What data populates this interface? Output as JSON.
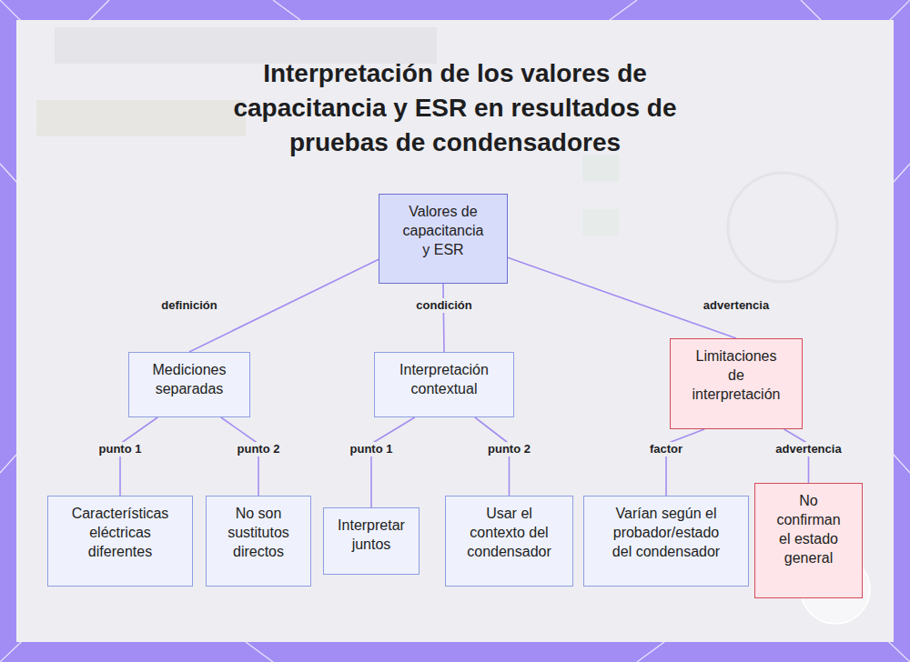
{
  "diagram": {
    "title": "Interpretación de los valores de capacitancia y ESR en resultados de pruebas de condensadores",
    "nodes": [
      {
        "text": [
          "Valores de capacitancia y ESR"
        ]
      },
      {
        "text": [
          "Mediciones separadas"
        ]
      },
      {
        "text": [
          "Interpretación contextual"
        ]
      },
      {
        "text": [
          "Limitaciones de interpretación"
        ]
      },
      {
        "text": [
          "Características eléctricas diferentes"
        ]
      },
      {
        "text": [
          "No son sustitutos directos"
        ]
      },
      {
        "text": [
          "Interpretar juntos"
        ]
      },
      {
        "text": [
          "Usar el contexto del condensador"
        ]
      },
      {
        "text": [
          "Varían según el probador/estado del condensador"
        ]
      },
      {
        "text": [
          "No confirman el estado general"
        ]
      }
    ],
    "edges": [
      {
        "from": 0,
        "to": 1,
        "label": "definición",
        "arrow": "none"
      },
      {
        "from": 0,
        "to": 2,
        "label": "condición",
        "arrow": "none"
      },
      {
        "from": 0,
        "to": 3,
        "label": "advertencia",
        "arrow": "none"
      },
      {
        "from": 1,
        "to": 4,
        "label": "punto 1",
        "arrow": "none"
      },
      {
        "from": 1,
        "to": 5,
        "label": "punto 2",
        "arrow": "none"
      },
      {
        "from": 2,
        "to": 6,
        "label": "punto 1",
        "arrow": "none"
      },
      {
        "from": 2,
        "to": 7,
        "label": "punto 2",
        "arrow": "none"
      },
      {
        "from": 3,
        "to": 8,
        "label": "factor",
        "arrow": "none"
      },
      {
        "from": 3,
        "to": 9,
        "label": "advertencia",
        "arrow": "none"
      }
    ]
  }
}
